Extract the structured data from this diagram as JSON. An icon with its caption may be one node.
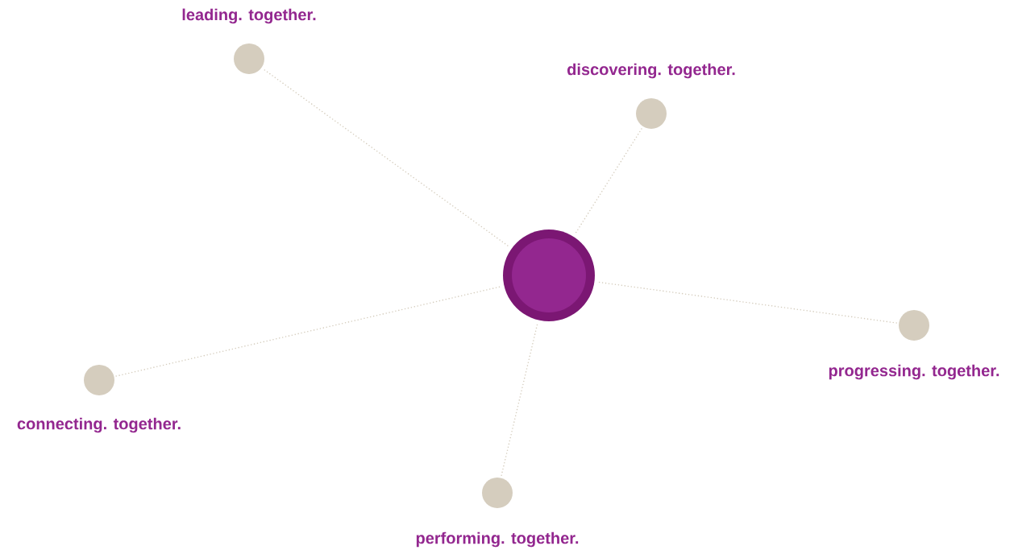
{
  "diagram": {
    "nodes": [
      {
        "text": [],
        "shape": "circle",
        "beside": [
          "leading. together."
        ]
      },
      {
        "text": [],
        "shape": "circle",
        "beside": [
          "discovering. together."
        ]
      },
      {
        "text": [],
        "shape": "circle"
      },
      {
        "text": [],
        "shape": "circle",
        "beside": [
          "progressing. together."
        ]
      },
      {
        "text": [],
        "shape": "circle",
        "beside": [
          "connecting. together."
        ]
      },
      {
        "text": [],
        "shape": "circle",
        "beside": [
          "performing. together."
        ]
      }
    ],
    "edges": [
      {
        "from": 2,
        "to": 0,
        "arrow": "none"
      },
      {
        "from": 2,
        "to": 1,
        "arrow": "none"
      },
      {
        "from": 2,
        "to": 3,
        "arrow": "none"
      },
      {
        "from": 2,
        "to": 4,
        "arrow": "none"
      },
      {
        "from": 2,
        "to": 5,
        "arrow": "none"
      }
    ]
  }
}
